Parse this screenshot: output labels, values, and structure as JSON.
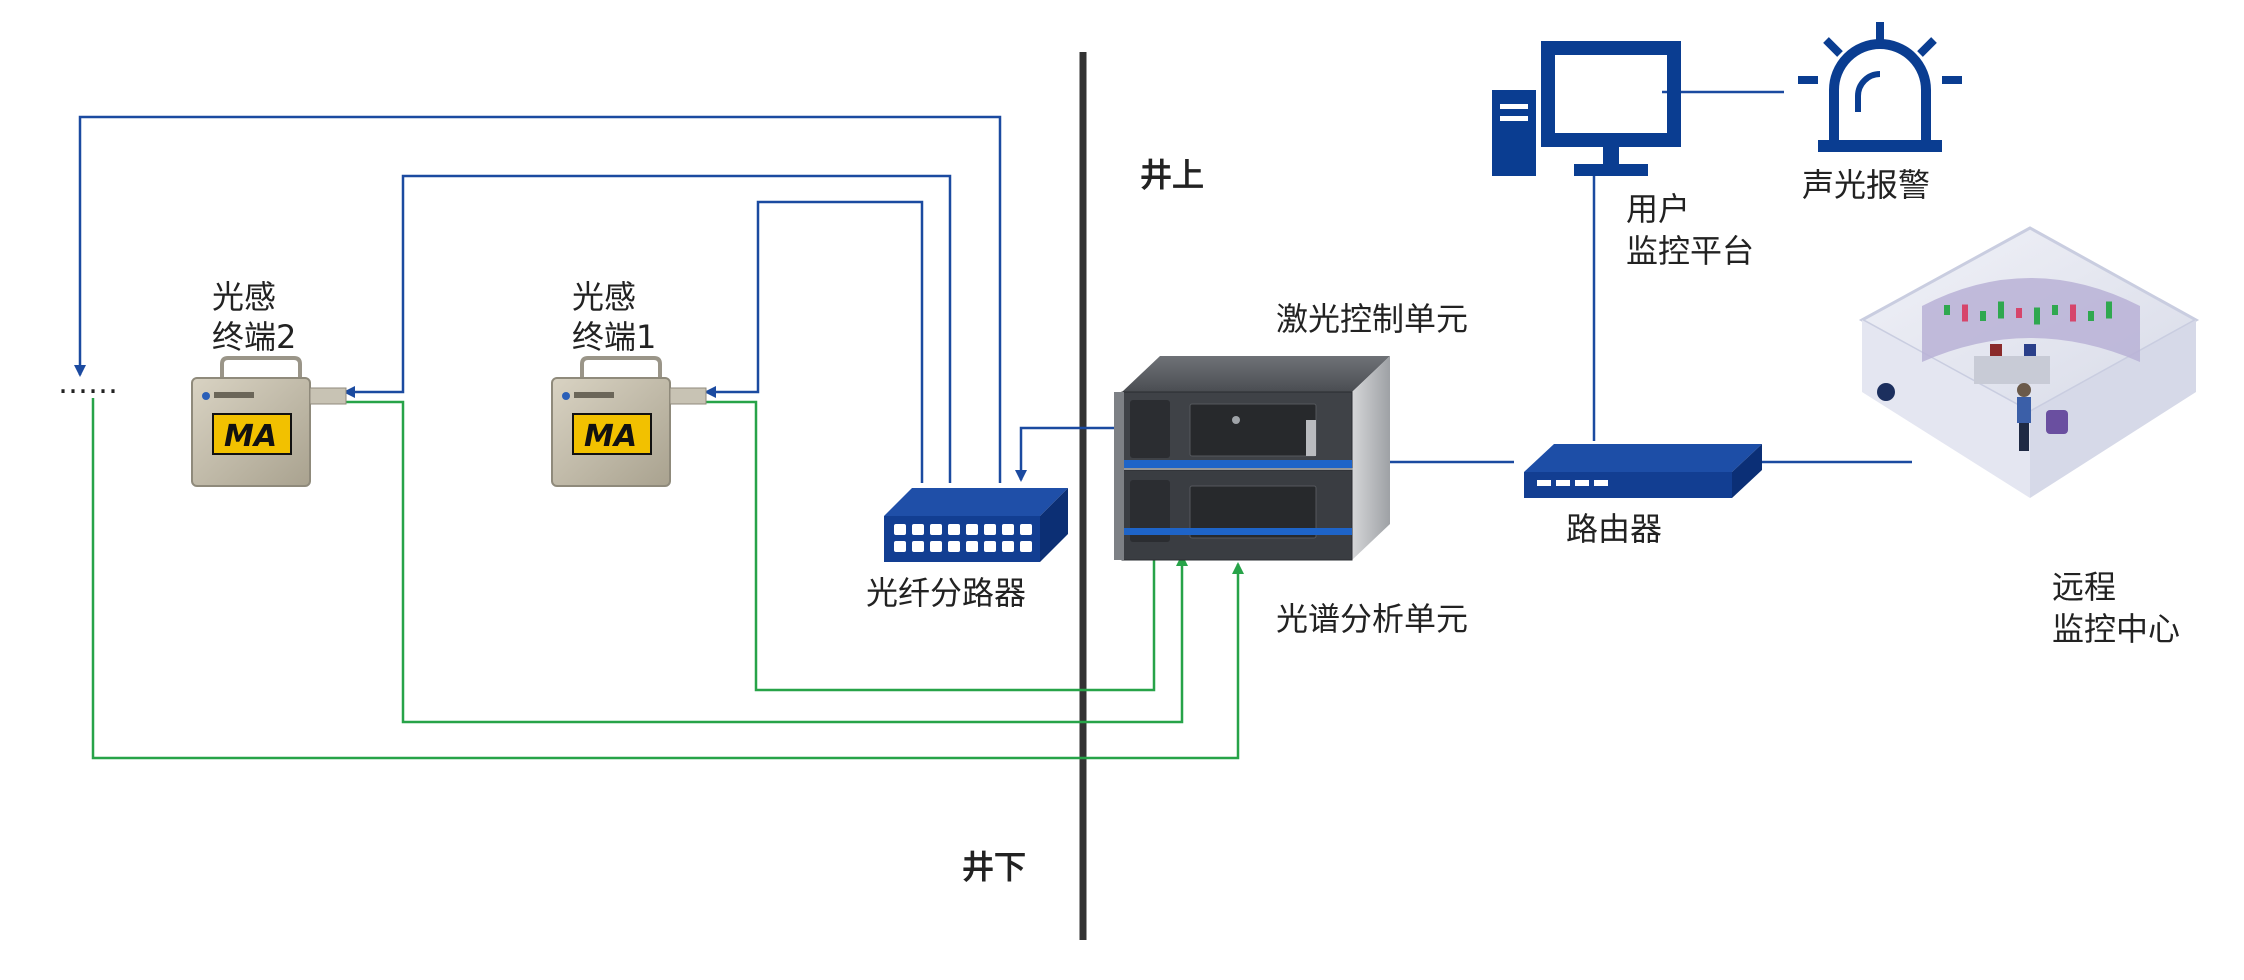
{
  "zones": {
    "above": "井上",
    "below": "井下"
  },
  "sensors": [
    {
      "line1": "光感",
      "line2": "终端2",
      "badge": "MA"
    },
    {
      "line1": "光感",
      "line2": "终端1",
      "badge": "MA"
    }
  ],
  "ellipsis": "……",
  "splitter": {
    "label": "光纤分路器"
  },
  "laser_unit": {
    "label": "激光控制单元"
  },
  "spectrum_unit": {
    "label": "光谱分析单元"
  },
  "router": {
    "label": "路由器"
  },
  "user_platform": {
    "line1": "用户",
    "line2": "监控平台"
  },
  "alarm": {
    "label": "声光报警"
  },
  "remote_center": {
    "line1": "远程",
    "line2": "监控中心"
  },
  "colors": {
    "tx_line": "#1b4aa0",
    "rx_line": "#27a348",
    "device": "#0a3d91",
    "divider": "#333333"
  }
}
